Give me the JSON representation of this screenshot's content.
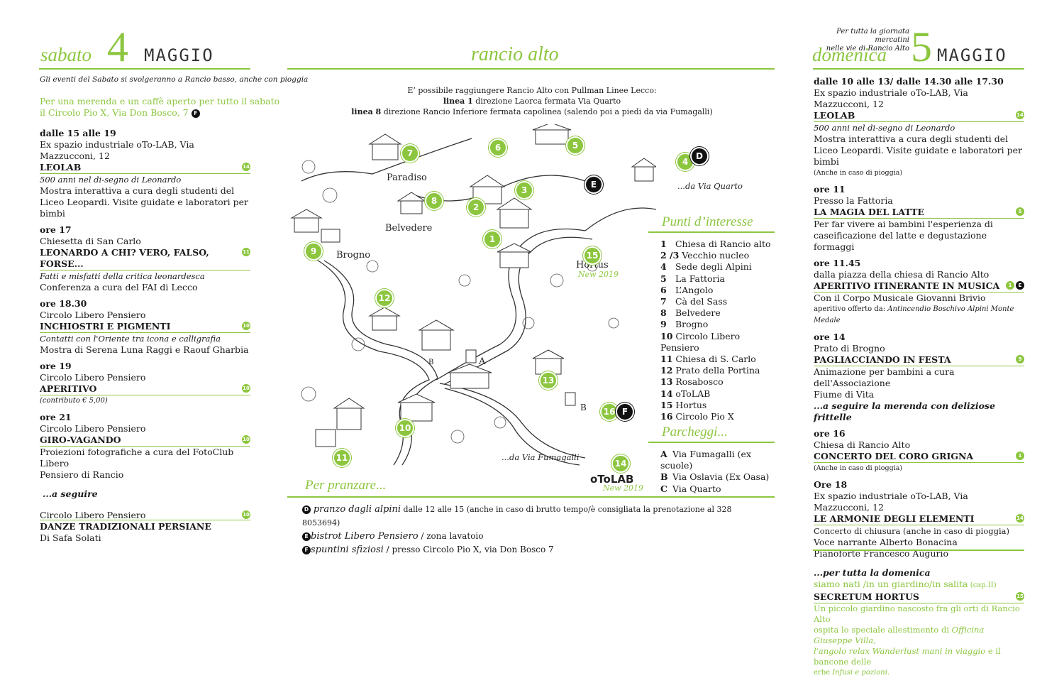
{
  "left": {
    "day": "sabato",
    "num": "4",
    "month": "MAGGIO",
    "intro": "Gli eventi del Sabato si svolgeranno a Rancio basso, anche con pioggia",
    "merenda1": "Per una merenda e un caffè aperto per tutto il sabato",
    "merenda2": "il Circolo Pio X, Via Don Bosco, 7",
    "merenda_badge": "F",
    "events": [
      {
        "time": "dalle 15 alle 19",
        "place": "Ex spazio industriale oTo-LAB, Via Mazzucconi, 12",
        "title": "LEOLAB",
        "badge": "14",
        "sub": "500 anni nel di-segno di Leonardo",
        "desc1": "Mostra interattiva a cura degli studenti del",
        "desc2": "Liceo Leopardi. Visite guidate e laboratori per bimbi"
      },
      {
        "time": "ore 17",
        "place": "Chiesetta di San  Carlo",
        "title": "LEONARDO A CHI? VERO, FALSO, FORSE...",
        "badge": "11",
        "sub": "Fatti e misfatti della critica leonardesca",
        "desc1": "Conferenza a cura del FAI di Lecco"
      },
      {
        "time": "ore 18.30",
        "place": "Circolo Libero Pensiero",
        "title": "INCHIOSTRI E PIGMENTI",
        "badge": "10",
        "sub": "Contatti con l'Oriente tra icona e calligrafia",
        "desc1": "Mostra di Serena Luna Raggi e Raouf Gharbia"
      },
      {
        "time": "ore 19",
        "place": "Circolo Libero Pensiero",
        "title": "APERITIVO",
        "badge": "10",
        "sub": "(contributo € 5,00)"
      },
      {
        "time": "ore 21",
        "place": "Circolo Libero Pensiero",
        "title": "GIRO-VAGANDO",
        "badge": "10",
        "desc1": "Proiezioni fotografiche a cura del FotoClub Libero",
        "desc2": "Pensiero di Rancio"
      },
      {
        "follow": "...a seguire",
        "place": "Circolo Libero Pensiero",
        "title": "DANZE TRADIZIONALI PERSIANE",
        "badge": "10",
        "desc1": "Di Safa Solati"
      }
    ]
  },
  "center": {
    "title": "rancio alto",
    "bus1": "E’ possibile  raggiungere Rancio Alto con Pullman Linee Lecco:",
    "bus2_bold": "linea 1",
    "bus2": " direzione Laorca fermata Via Quarto",
    "bus3_bold": "linea 8",
    "bus3": " direzione Rancio Inferiore fermata capolinea (salendo poi a piedi da via Fumagalli)",
    "map_labels": {
      "paradiso": "Paradiso",
      "belvedere": "Belvedere",
      "brogno": "Brogno",
      "hortus": "Hortus",
      "new2019a": "New 2019",
      "via_quarto": "...da Via Quarto",
      "via_fumagalli": "...da Via Fumagalli",
      "otolab": "oToLAB",
      "new2019b": "New 2019",
      "a": "A",
      "b1": "B",
      "b2": "B"
    },
    "markers": [
      "1",
      "2",
      "3",
      "4",
      "5",
      "6",
      "7",
      "8",
      "9",
      "11",
      "12",
      "13",
      "14",
      "15",
      "16",
      "10"
    ],
    "marker_d": "D",
    "marker_e": "E",
    "marker_f": "F",
    "poi_header": "Punti d’interesse",
    "poi": [
      {
        "n": "1",
        "name": "Chiesa di Rancio alto"
      },
      {
        "n": "2 /3",
        "name": "Vecchio nucleo"
      },
      {
        "n": "4",
        "name": "Sede degli Alpini"
      },
      {
        "n": "5",
        "name": "La Fattoria"
      },
      {
        "n": "6",
        "name": "L’Angolo"
      },
      {
        "n": "7",
        "name": "Cà del Sass"
      },
      {
        "n": "8",
        "name": "Belvedere"
      },
      {
        "n": "9",
        "name": " Brogno"
      },
      {
        "n": "10",
        "name": "Circolo Libero Pensiero"
      },
      {
        "n": "11",
        "name": "Chiesa di S. Carlo"
      },
      {
        "n": "12",
        "name": "Prato della Portina"
      },
      {
        "n": "13",
        "name": "Rosabosco"
      },
      {
        "n": "14",
        "name": "oToLAB"
      },
      {
        "n": "15",
        "name": "Hortus"
      },
      {
        "n": "16",
        "name": "Circolo Pio X"
      }
    ],
    "park_header": "Parcheggi...",
    "parking": [
      {
        "n": "A",
        "name": "Via Fumagalli (ex scuole)"
      },
      {
        "n": "B",
        "name": "Via Oslavia (Ex Oasa)"
      },
      {
        "n": "C",
        "name": "Via Quarto"
      }
    ],
    "lunch_header": "Per pranzare...",
    "lunch": [
      {
        "badge": "D",
        "name": "pranzo dagli alpini",
        "rest": " dalle 12 alle 15 (anche in caso di brutto tempo/è consigliata la prenotazione al 328 8053694)"
      },
      {
        "badge": "E",
        "name": "bistrot Libero Pensiero",
        "rest": " / zona lavatoio"
      },
      {
        "badge": "F",
        "name": "spuntini sfiziosi",
        "rest": " / presso Circolo Pio X, via Don Bosco 7"
      }
    ]
  },
  "right": {
    "note1": "Per tutta la giornata mercatini",
    "note2": "nelle vie di Rancio Alto",
    "day": "domenica",
    "num": "5",
    "month": "MAGGIO",
    "events": [
      {
        "time": "dalle 10 alle 13/ dalle 14.30 alle 17.30",
        "place": "Ex spazio industriale oTo-LAB, Via Mazzucconi, 12",
        "title": "LEOLAB",
        "badge": "14",
        "sub": "500 anni nel di-segno di Leonardo",
        "desc1": "Mostra interattiva a cura degli studenti del",
        "desc2": "Liceo Leopardi. Visite guidate e laboratori per",
        "desc3": "bimbi",
        "small": "(Anche in caso di pioggia)"
      },
      {
        "time": "ore 11",
        "place": "Presso la Fattoria",
        "title": "LA MAGIA DEL LATTE",
        "badge": "5",
        "desc1": "Per far vivere ai bambini l'esperienza di",
        "desc2": "caseificazione del latte e degustazione formaggi"
      },
      {
        "time": "ore 11.45",
        "place": "dalla piazza della chiesa di Rancio Alto",
        "title": "APERITIVO ITINERANTE IN MUSICA",
        "badge": "1",
        "badge2": "E",
        "desc1": "Con il Corpo Musicale Giovanni Brivio",
        "small_a": "aperitivo offerto da: ",
        "small_b": "Antincendio Boschivo Alpini Monte Medale"
      },
      {
        "time": "ore 14",
        "place": "Prato di Brogno",
        "title": "PAGLIACCIANDO IN FESTA",
        "badge": "9",
        "desc1": "Animazione per bambini a cura dell'Associazione",
        "desc2": "Fiume di Vita",
        "follow": "...a seguire la merenda con deliziose frittelle"
      },
      {
        "time": "ore 16",
        "place": "Chiesa di Rancio Alto",
        "title": "CONCERTO DEL CORO GRIGNA",
        "badge": "1",
        "small": "(Anche in caso di pioggia)"
      },
      {
        "time": "Ore 18",
        "place": "Ex spazio industriale oTo-LAB, Via Mazzucconi, 12",
        "title": "LE ARMONIE DEGLI ELEMENTI",
        "badge": "14",
        "desc1": "Concerto di chiusura (anche in caso di pioggia)",
        "desc2": "Voce narrante Alberto Bonacina",
        "desc3": "Pianoforte Francesco Augurio"
      }
    ],
    "final_follow": "...per tutta la domenica",
    "final_sub1": "siamo nati /in un giardino/in salita",
    "final_cap": " (cap.II)",
    "final_title": "SECRETUM HORTUS",
    "final_badge": "15",
    "final_desc1": "Un piccolo giardino nascosto fra gli orti di Rancio Alto",
    "final_desc2a": "ospita lo speciale allestimento di ",
    "final_desc2b": "Officina Giuseppe Villa,",
    "final_desc3a": "l'angolo relax Wanderlust mani in viaggio",
    "final_desc3b": " e il bancone delle",
    "final_desc4a": "erbe ",
    "final_desc4b": "Infusi e pozioni."
  }
}
